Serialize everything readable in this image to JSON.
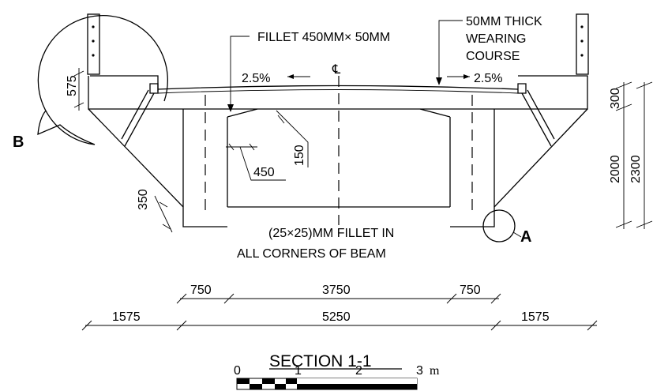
{
  "labels": {
    "fillet_top": "FILLET 450MM× 50MM",
    "wearing_1": "50MM THICK",
    "wearing_2": "WEARING",
    "wearing_3": "COURSE",
    "centerline": "℄",
    "slope_left": "2.5%",
    "slope_right": "2.5%",
    "fillet_note_1": "(25×25)MM FILLET IN",
    "fillet_note_2": "ALL CORNERS OF BEAM",
    "detail_a": "A",
    "detail_b": "B"
  },
  "dimensions": {
    "d575": "575",
    "d300": "300",
    "d2000": "2000",
    "d2300": "2300",
    "d150": "150",
    "d450": "450",
    "d350": "350",
    "row1": [
      "750",
      "3750",
      "750"
    ],
    "row2": [
      "1575",
      "5250",
      "1575"
    ]
  },
  "title": "SECTION 1-1",
  "scale_bar": {
    "ticks": [
      "0",
      "1",
      "2",
      "3"
    ],
    "unit": "m"
  }
}
